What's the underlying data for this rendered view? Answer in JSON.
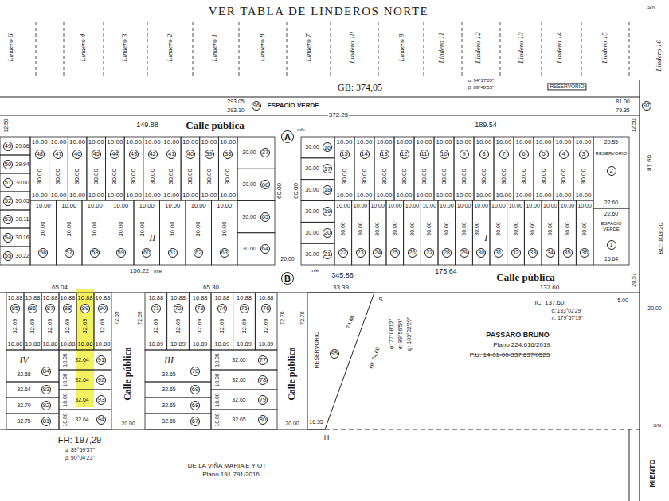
{
  "diagram": {
    "title": "VER TABLA DE LINDEROS NORTE",
    "nodes": [
      {
        "text": [
          "96"
        ]
      },
      {
        "text": [
          "97"
        ]
      },
      {
        "text": [
          "A"
        ]
      },
      {
        "text": [
          "49"
        ]
      },
      {
        "text": [
          "50"
        ]
      },
      {
        "text": [
          "51"
        ]
      },
      {
        "text": [
          "52"
        ]
      },
      {
        "text": [
          "53"
        ]
      },
      {
        "text": [
          "54"
        ]
      },
      {
        "text": [
          "55"
        ]
      },
      {
        "text": [
          "48"
        ]
      },
      {
        "text": [
          "47"
        ]
      },
      {
        "text": [
          "46"
        ]
      },
      {
        "text": [
          "45"
        ]
      },
      {
        "text": [
          "44"
        ]
      },
      {
        "text": [
          "43"
        ]
      },
      {
        "text": [
          "42"
        ]
      },
      {
        "text": [
          "41"
        ]
      },
      {
        "text": [
          "40"
        ]
      },
      {
        "text": [
          "39"
        ]
      },
      {
        "text": [
          "38"
        ]
      },
      {
        "text": [
          "37"
        ]
      },
      {
        "text": [
          "66"
        ]
      },
      {
        "text": [
          "65"
        ]
      },
      {
        "text": [
          "64"
        ]
      },
      {
        "text": [
          "56"
        ]
      },
      {
        "text": [
          "57"
        ]
      },
      {
        "text": [
          "58"
        ]
      },
      {
        "text": [
          "59"
        ]
      },
      {
        "text": [
          "60"
        ]
      },
      {
        "text": [
          "61"
        ]
      },
      {
        "text": [
          "62"
        ]
      },
      {
        "text": [
          "63"
        ]
      },
      {
        "text": [
          "16"
        ]
      },
      {
        "text": [
          "17"
        ]
      },
      {
        "text": [
          "18"
        ]
      },
      {
        "text": [
          "19"
        ]
      },
      {
        "text": [
          "20"
        ]
      },
      {
        "text": [
          "21"
        ]
      },
      {
        "text": [
          "15"
        ]
      },
      {
        "text": [
          "14"
        ]
      },
      {
        "text": [
          "13"
        ]
      },
      {
        "text": [
          "12"
        ]
      },
      {
        "text": [
          "11"
        ]
      },
      {
        "text": [
          "10"
        ]
      },
      {
        "text": [
          "9"
        ]
      },
      {
        "text": [
          "8"
        ]
      },
      {
        "text": [
          "7"
        ]
      },
      {
        "text": [
          "6"
        ]
      },
      {
        "text": [
          "5"
        ]
      },
      {
        "text": [
          "4"
        ]
      },
      {
        "text": [
          "3"
        ]
      },
      {
        "text": [
          "2"
        ]
      },
      {
        "text": [
          "1"
        ]
      },
      {
        "text": [
          "22"
        ]
      },
      {
        "text": [
          "23"
        ]
      },
      {
        "text": [
          "24"
        ]
      },
      {
        "text": [
          "25"
        ]
      },
      {
        "text": [
          "26"
        ]
      },
      {
        "text": [
          "27"
        ]
      },
      {
        "text": [
          "28"
        ]
      },
      {
        "text": [
          "29"
        ]
      },
      {
        "text": [
          "30"
        ]
      },
      {
        "text": [
          "31"
        ]
      },
      {
        "text": [
          "32"
        ]
      },
      {
        "text": [
          "33"
        ]
      },
      {
        "text": [
          "34"
        ]
      },
      {
        "text": [
          "35"
        ]
      },
      {
        "text": [
          "36"
        ]
      },
      {
        "text": [
          "B"
        ]
      },
      {
        "text": [
          "85"
        ]
      },
      {
        "text": [
          "86"
        ]
      },
      {
        "text": [
          "87"
        ]
      },
      {
        "text": [
          "88"
        ]
      },
      {
        "text": [
          "89"
        ]
      },
      {
        "text": [
          "90"
        ]
      },
      {
        "text": [
          "84"
        ]
      },
      {
        "text": [
          "83"
        ]
      },
      {
        "text": [
          "82"
        ]
      },
      {
        "text": [
          "81"
        ]
      },
      {
        "text": [
          "91"
        ]
      },
      {
        "text": [
          "92"
        ]
      },
      {
        "text": [
          "93"
        ]
      },
      {
        "text": [
          "94"
        ]
      },
      {
        "text": [
          "71"
        ]
      },
      {
        "text": [
          "72"
        ]
      },
      {
        "text": [
          "73"
        ]
      },
      {
        "text": [
          "74"
        ]
      },
      {
        "text": [
          "75"
        ]
      },
      {
        "text": [
          "76"
        ]
      },
      {
        "text": [
          "70"
        ]
      },
      {
        "text": [
          "69"
        ]
      },
      {
        "text": [
          "68"
        ]
      },
      {
        "text": [
          "67"
        ]
      },
      {
        "text": [
          "77"
        ]
      },
      {
        "text": [
          "78"
        ]
      },
      {
        "text": [
          "79"
        ]
      },
      {
        "text": [
          "80"
        ]
      },
      {
        "text": [
          "95"
        ]
      }
    ],
    "labels": [
      "Lindero 6",
      "Lindero 4",
      "Lindero 3",
      "Lindero 2",
      "Lindero 1",
      "Lindero 8",
      "Lindero 7",
      "Lindero 10",
      "Lindero 9",
      "Lindero 11",
      "Lindero 12",
      "Lindero 13",
      "Lindero 14",
      "Lindero 15",
      "Lindero 16",
      "GB: 374,05",
      "α: 94°17'05''",
      "β: 89°48'55''",
      "RESERVORIO",
      "293.05",
      "ESPACIO VERDE",
      "293.10",
      "81.00",
      "79.35",
      "372.25",
      "12.50",
      "12.50",
      "149.88",
      "Calle pública",
      "mfe",
      "189.54",
      "29.86",
      "29.94",
      "30.00",
      "30.05",
      "30.11",
      "30.16",
      "30.22",
      "10.00",
      "30.00",
      "10.00",
      "10.00",
      "30.00",
      "10.00",
      "10.00",
      "30.00",
      "10.00",
      "10.00",
      "30.00",
      "10.00",
      "10.00",
      "30.00",
      "10.00",
      "10.00",
      "30.00",
      "10.00",
      "10.00",
      "30.00",
      "10.00",
      "10.00",
      "30.00",
      "10.00",
      "10.00",
      "30.00",
      "10.00",
      "10.00",
      "30.00",
      "10.00",
      "10.00",
      "30.00",
      "10.00",
      "30.00",
      "30.00",
      "30.00",
      "30.00",
      "10.00",
      "30.00",
      "10.00",
      "30.00",
      "10.00",
      "30.00",
      "10.00",
      "30.00",
      "10.00",
      "30.00",
      "10.00",
      "30.00",
      "10.00",
      "30.00",
      "10.00",
      "30.00",
      "II",
      "60.00",
      "60.00",
      "20.00",
      "30.00",
      "30.00",
      "30.00",
      "30.00",
      "30.00",
      "30.00",
      "10.00",
      "30.00",
      "10.00",
      "10.00",
      "30.00",
      "10.00",
      "10.00",
      "30.00",
      "10.00",
      "10.00",
      "30.00",
      "10.00",
      "10.00",
      "30.00",
      "10.00",
      "10.00",
      "30.00",
      "10.00",
      "10.00",
      "30.00",
      "10.00",
      "10.00",
      "30.00",
      "10.00",
      "10.00",
      "30.00",
      "10.00",
      "10.00",
      "30.00",
      "10.00",
      "10.00",
      "30.00",
      "10.00",
      "10.00",
      "30.00",
      "10.00",
      "10.00",
      "30.00",
      "10.00",
      "29.55",
      "RESERVORIO",
      "22.60",
      "22.60",
      "ESPACIO VERDE",
      "15.64",
      "10.00",
      "30.00",
      "10.00",
      "30.00",
      "10.00",
      "30.00",
      "10.00",
      "30.00",
      "10.00",
      "30.00",
      "10.00",
      "30.00",
      "10.00",
      "30.00",
      "10.00",
      "30.00",
      "10.00",
      "30.00",
      "10.00",
      "30.00",
      "10.00",
      "30.00",
      "10.00",
      "30.00",
      "10.00",
      "30.00",
      "10.00",
      "30.00",
      "10.00",
      "30.00",
      "I",
      "150.22",
      "mfe",
      "345.86",
      "mfe",
      "175.64",
      "Calle pública",
      "65.04",
      "65.30",
      "33.39",
      "137.60",
      "10.88",
      "32.69",
      "10.88",
      "10.88",
      "32.69",
      "10.88",
      "10.88",
      "32.69",
      "10.88",
      "10.88",
      "32.69",
      "10.88",
      "10.88",
      "32.69",
      "10.88",
      "10.88",
      "32.69",
      "10.88",
      "IV",
      "32.58",
      "32.64",
      "32.70",
      "32.75",
      "10.00",
      "32.64",
      "10.00",
      "32.64",
      "10.00",
      "32.64",
      "10.00",
      "32.64",
      "10.88",
      "32.69",
      "10.89",
      "10.88",
      "32.69",
      "10.89",
      "10.88",
      "32.69",
      "10.89",
      "10.88",
      "32.69",
      "10.89",
      "10.88",
      "32.69",
      "10.89",
      "10.88",
      "32.69",
      "10.89",
      "III",
      "32.65",
      "32.65",
      "32.65",
      "32.65",
      "10.00",
      "32.65",
      "10.00",
      "32.65",
      "10.00",
      "32.65",
      "10.00",
      "32.65",
      "72.69",
      "Calle pública",
      "72.69",
      "20.00",
      "72.70",
      "Calle pública",
      "72.70",
      "20.00",
      "RESERVORIO",
      "74.60",
      "HI: 74.60",
      "16.55",
      "H",
      "S",
      "φ: 77°08'12''",
      "σ: 89°56'54''",
      "ψ: 183°02'29''",
      "IC: 137,60",
      "α: 183°02'29''",
      "π: 179°57'19''",
      "PASSARO BRUNO",
      "Plano 224.616/2019",
      "P.U. 14-01-00-337.637/0523",
      "FH: 197,29",
      "α: 89°59'37''",
      "β: 90°04'23''",
      "DE LA VIÑA MARIA E Y OT",
      "Plano 191.791/2016",
      "81.60",
      "BC: 103.20",
      "20.57",
      "5.00",
      "20.00",
      "S/N",
      "S/N",
      "MIENTO"
    ]
  }
}
